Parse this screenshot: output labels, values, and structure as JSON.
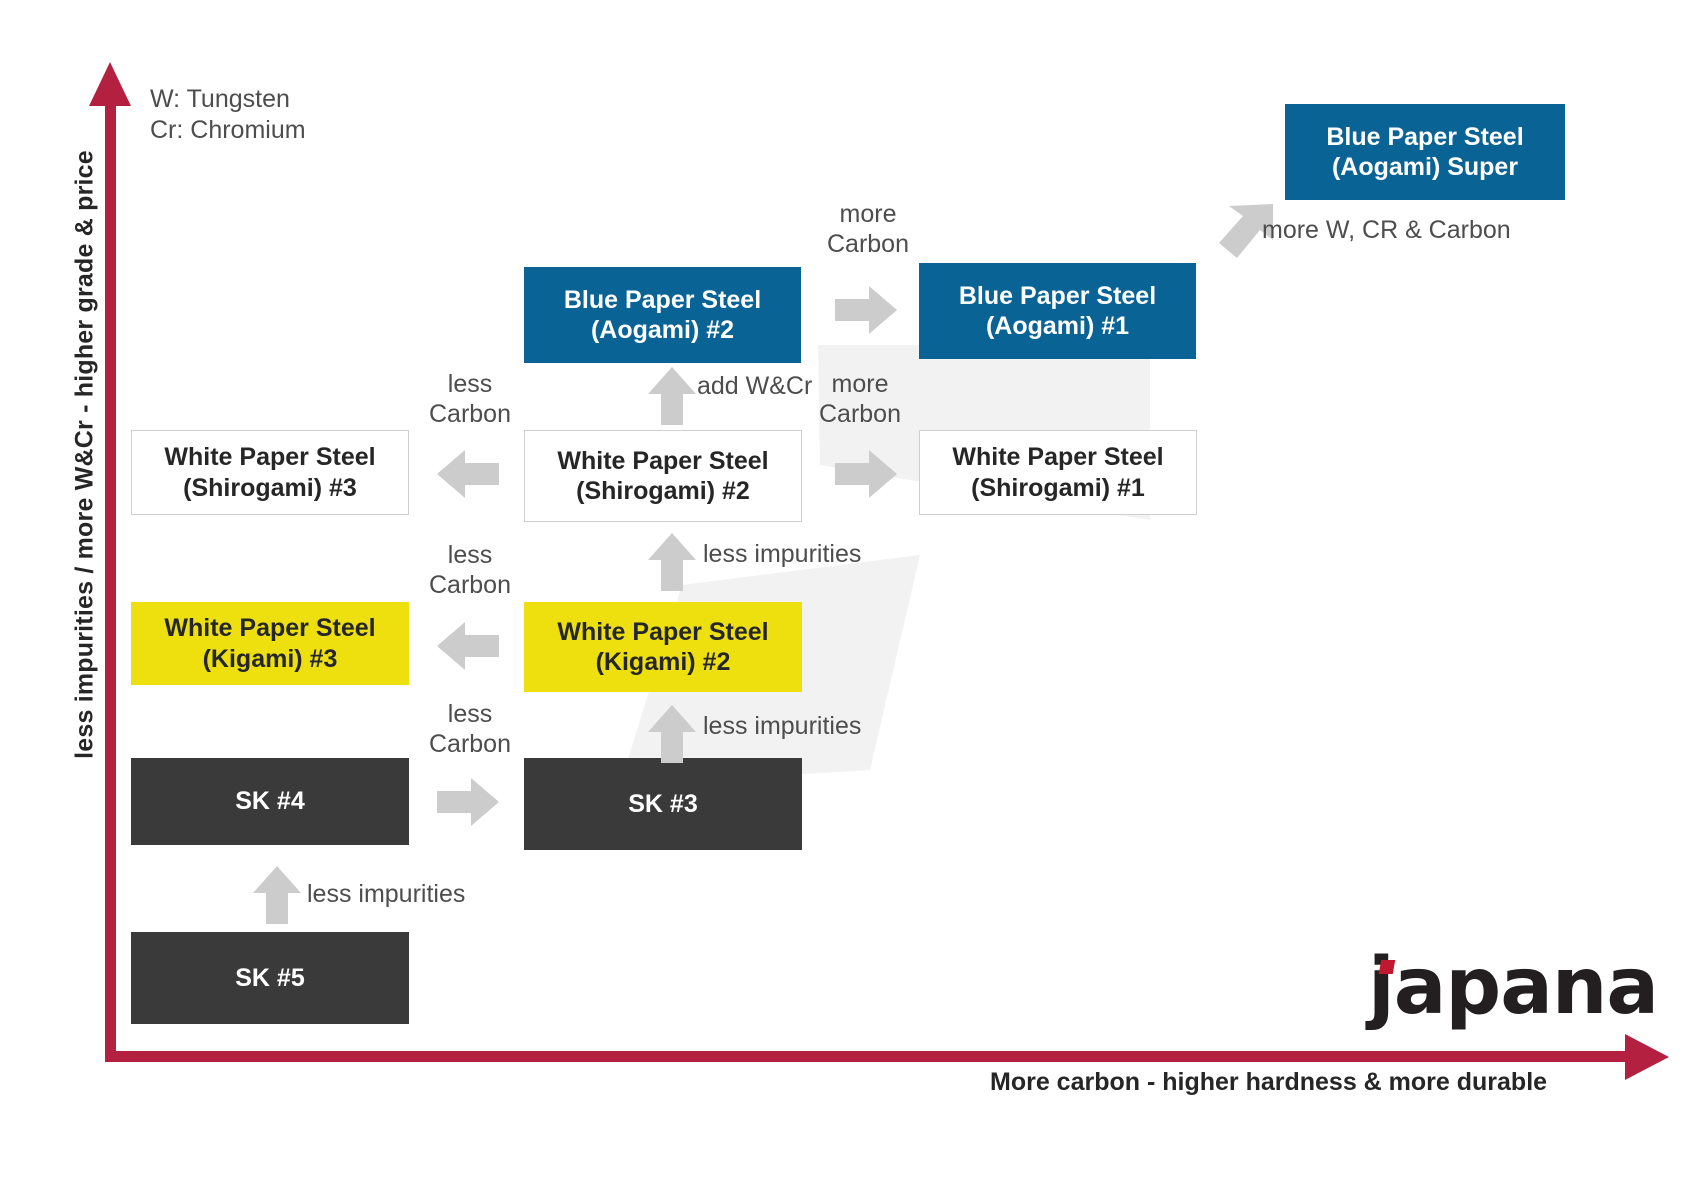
{
  "axes": {
    "y_label": "less impurities / more W&Cr - higher grade & price",
    "x_label": "More carbon - higher hardness & more durable",
    "color": "#B42040"
  },
  "legend": {
    "line1": "W: Tungsten",
    "line2": "Cr: Chromium"
  },
  "colors": {
    "blue": "#0A6395",
    "yellow": "#EDE00E",
    "dark": "#3A3A3A",
    "white_border": "#CFCFCF",
    "arrow_grey": "#CCCCCC",
    "backdrop_grey": "#F2F2F2",
    "logo_red": "#C0182F"
  },
  "nodes": [
    {
      "id": "aogami-super",
      "line1": "Blue Paper Steel",
      "line2": "(Aogami) Super",
      "style": "blue"
    },
    {
      "id": "aogami-2",
      "line1": "Blue Paper Steel",
      "line2": "(Aogami) #2",
      "style": "blue"
    },
    {
      "id": "aogami-1",
      "line1": "Blue Paper Steel",
      "line2": "(Aogami) #1",
      "style": "blue"
    },
    {
      "id": "shirogami-3",
      "line1": "White Paper Steel",
      "line2": "(Shirogami) #3",
      "style": "white"
    },
    {
      "id": "shirogami-2",
      "line1": "White Paper Steel",
      "line2": "(Shirogami) #2",
      "style": "white"
    },
    {
      "id": "shirogami-1",
      "line1": "White Paper Steel",
      "line2": "(Shirogami) #1",
      "style": "white"
    },
    {
      "id": "kigami-3",
      "line1": "White Paper Steel",
      "line2": "(Kigami) #3",
      "style": "yellow"
    },
    {
      "id": "kigami-2",
      "line1": "White Paper Steel",
      "line2": "(Kigami) #2",
      "style": "yellow"
    },
    {
      "id": "sk4",
      "line1": "SK #4",
      "line2": "",
      "style": "dark"
    },
    {
      "id": "sk3",
      "line1": "SK #3",
      "line2": "",
      "style": "dark"
    },
    {
      "id": "sk5",
      "line1": "SK #5",
      "line2": "",
      "style": "dark"
    }
  ],
  "captions": {
    "more_w_cr_carbon": "more W, CR & Carbon",
    "more_carbon_top": "more\nCarbon",
    "more_carbon_mid": "more\nCarbon",
    "less_carbon_shiro": "less\nCarbon",
    "less_carbon_kigami": "less\nCarbon",
    "less_carbon_sk": "less\nCarbon",
    "add_w_cr": "add W&Cr",
    "less_impurities_shiro": "less impurities",
    "less_impurities_kigami": "less impurities",
    "less_impurities_sk": "less impurities"
  },
  "logo": {
    "text": "japana"
  }
}
